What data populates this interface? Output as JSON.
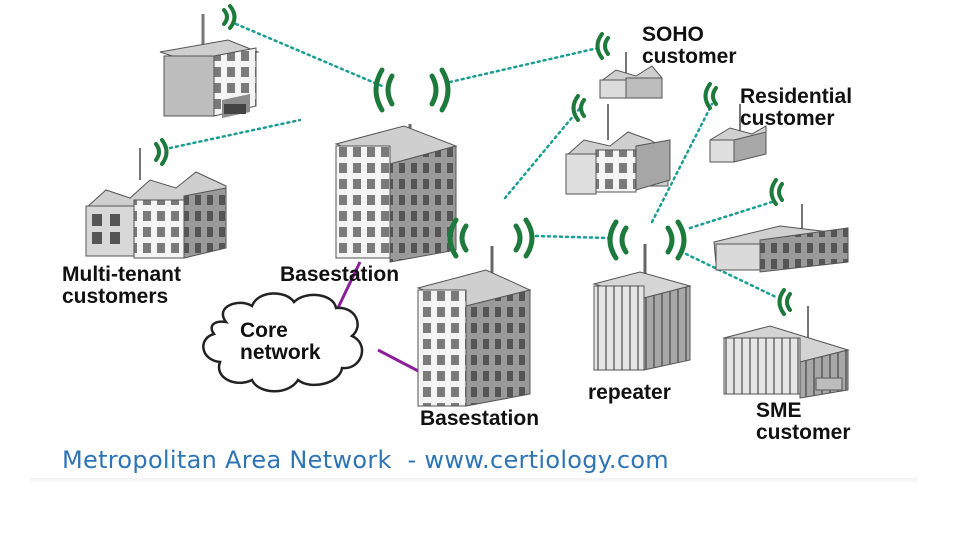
{
  "diagram": {
    "caption": "Metropolitan Area Network  - www.certiology.com",
    "labels": {
      "soho": [
        "SOHO",
        "customer"
      ],
      "residential": [
        "Residential",
        "customer"
      ],
      "multi_tenant": [
        "Multi-tenant",
        "customers"
      ],
      "basestation_top": "Basestation",
      "basestation_bottom": "Basestation",
      "core_network": [
        "Core",
        "network"
      ],
      "repeater": "repeater",
      "sme": [
        "SME",
        "customer"
      ]
    },
    "colors": {
      "link_dotted": "#1a9e93",
      "link_wired": "#8b1f9a",
      "signal_icon": "#1e7a3c",
      "building_face": "#e8e8e8",
      "building_side": "#a9a9a9",
      "caption": "#2e75b6"
    },
    "icons": [
      "building-icon",
      "house-icon",
      "factory-icon",
      "cloud-icon",
      "repeater-icon",
      "wireless-signal-icon"
    ]
  }
}
